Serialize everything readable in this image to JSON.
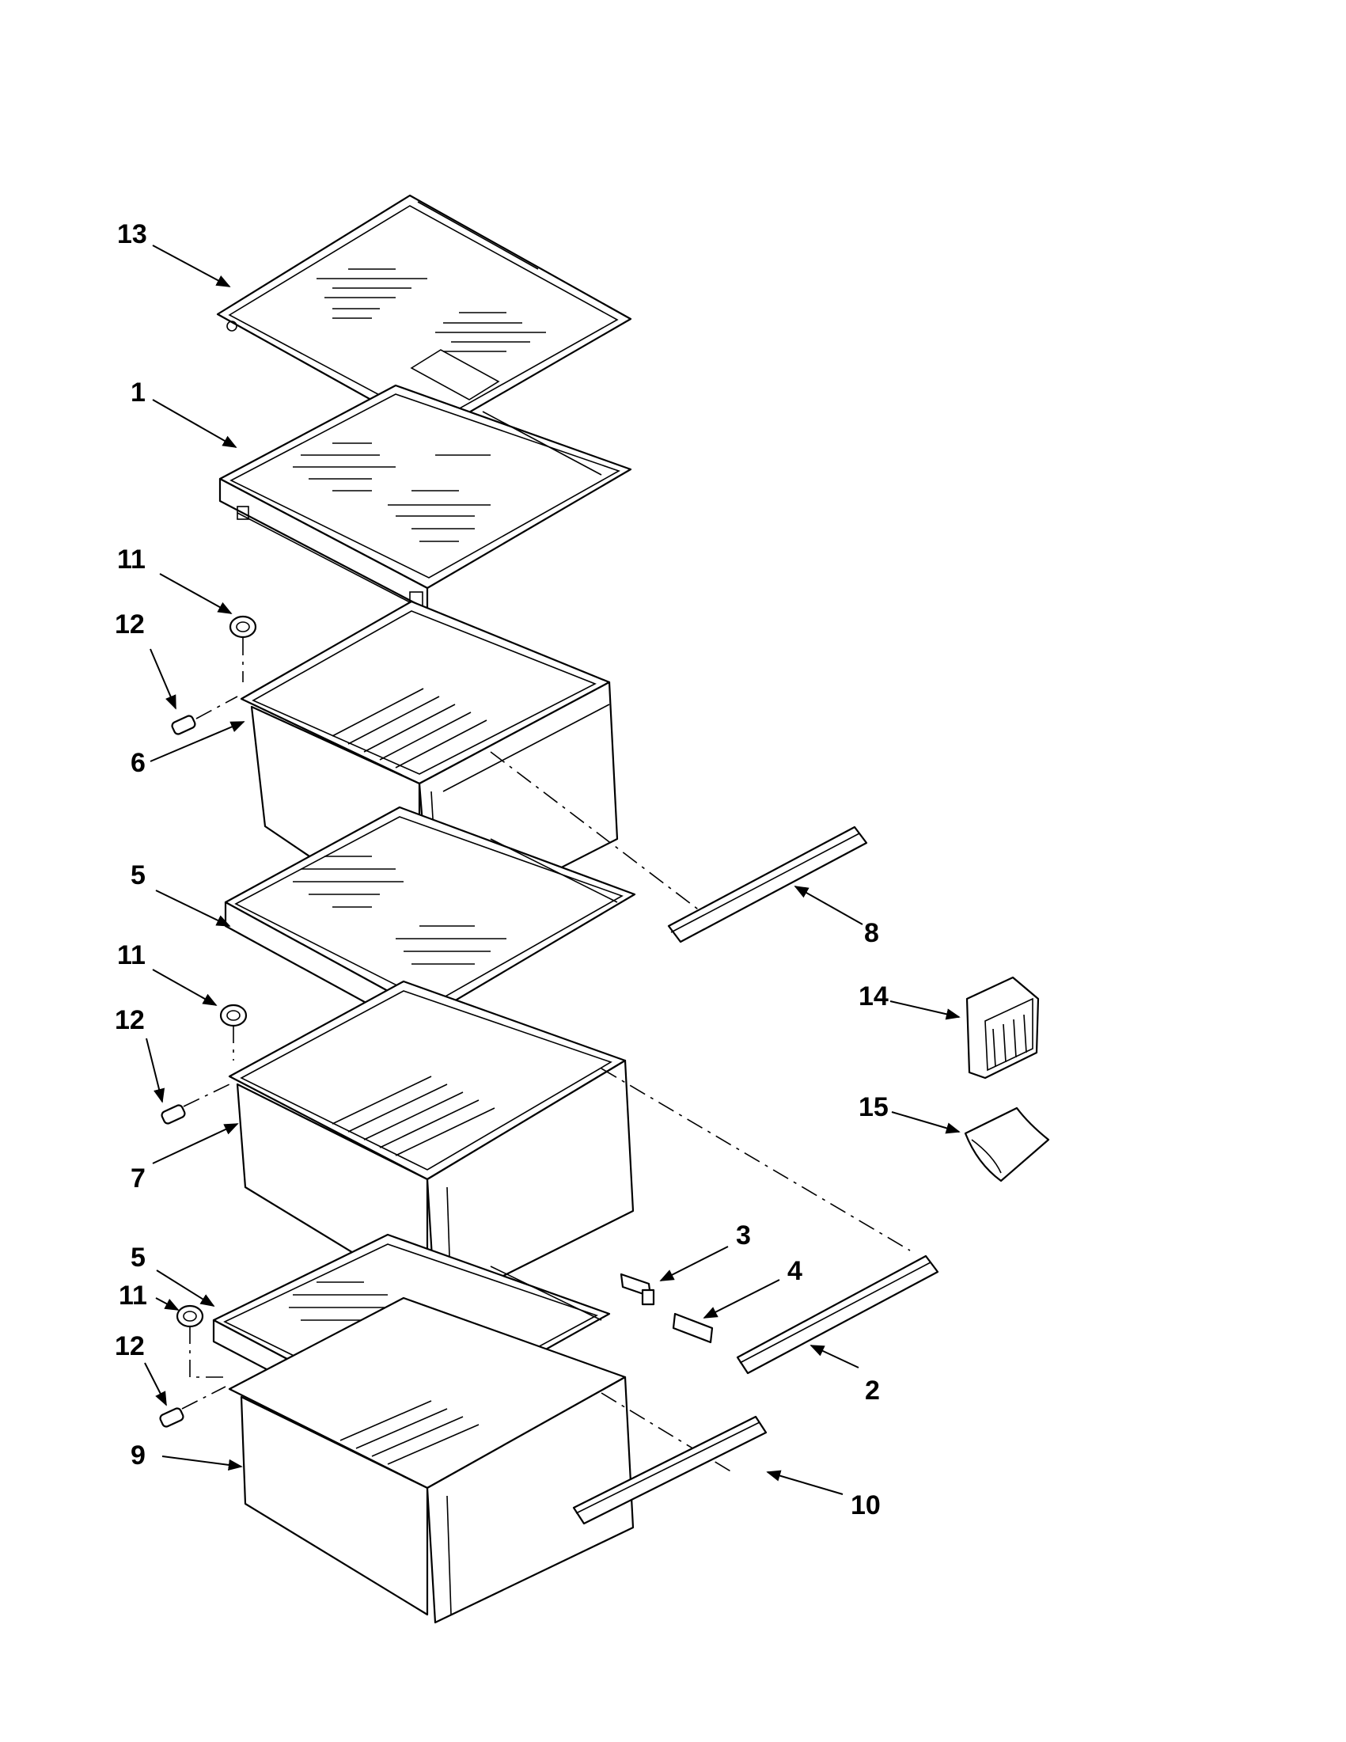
{
  "diagram": {
    "callouts": [
      {
        "id": "c13",
        "label": "13"
      },
      {
        "id": "c1",
        "label": "1"
      },
      {
        "id": "c11a",
        "label": "11"
      },
      {
        "id": "c12a",
        "label": "12"
      },
      {
        "id": "c6",
        "label": "6"
      },
      {
        "id": "c5a",
        "label": "5"
      },
      {
        "id": "c8",
        "label": "8"
      },
      {
        "id": "c11b",
        "label": "11"
      },
      {
        "id": "c12b",
        "label": "12"
      },
      {
        "id": "c14",
        "label": "14"
      },
      {
        "id": "c15",
        "label": "15"
      },
      {
        "id": "c7",
        "label": "7"
      },
      {
        "id": "c3",
        "label": "3"
      },
      {
        "id": "c4",
        "label": "4"
      },
      {
        "id": "c5b",
        "label": "5"
      },
      {
        "id": "c11c",
        "label": "11"
      },
      {
        "id": "c12c",
        "label": "12"
      },
      {
        "id": "c2",
        "label": "2"
      },
      {
        "id": "c9",
        "label": "9"
      },
      {
        "id": "c10",
        "label": "10"
      }
    ]
  }
}
